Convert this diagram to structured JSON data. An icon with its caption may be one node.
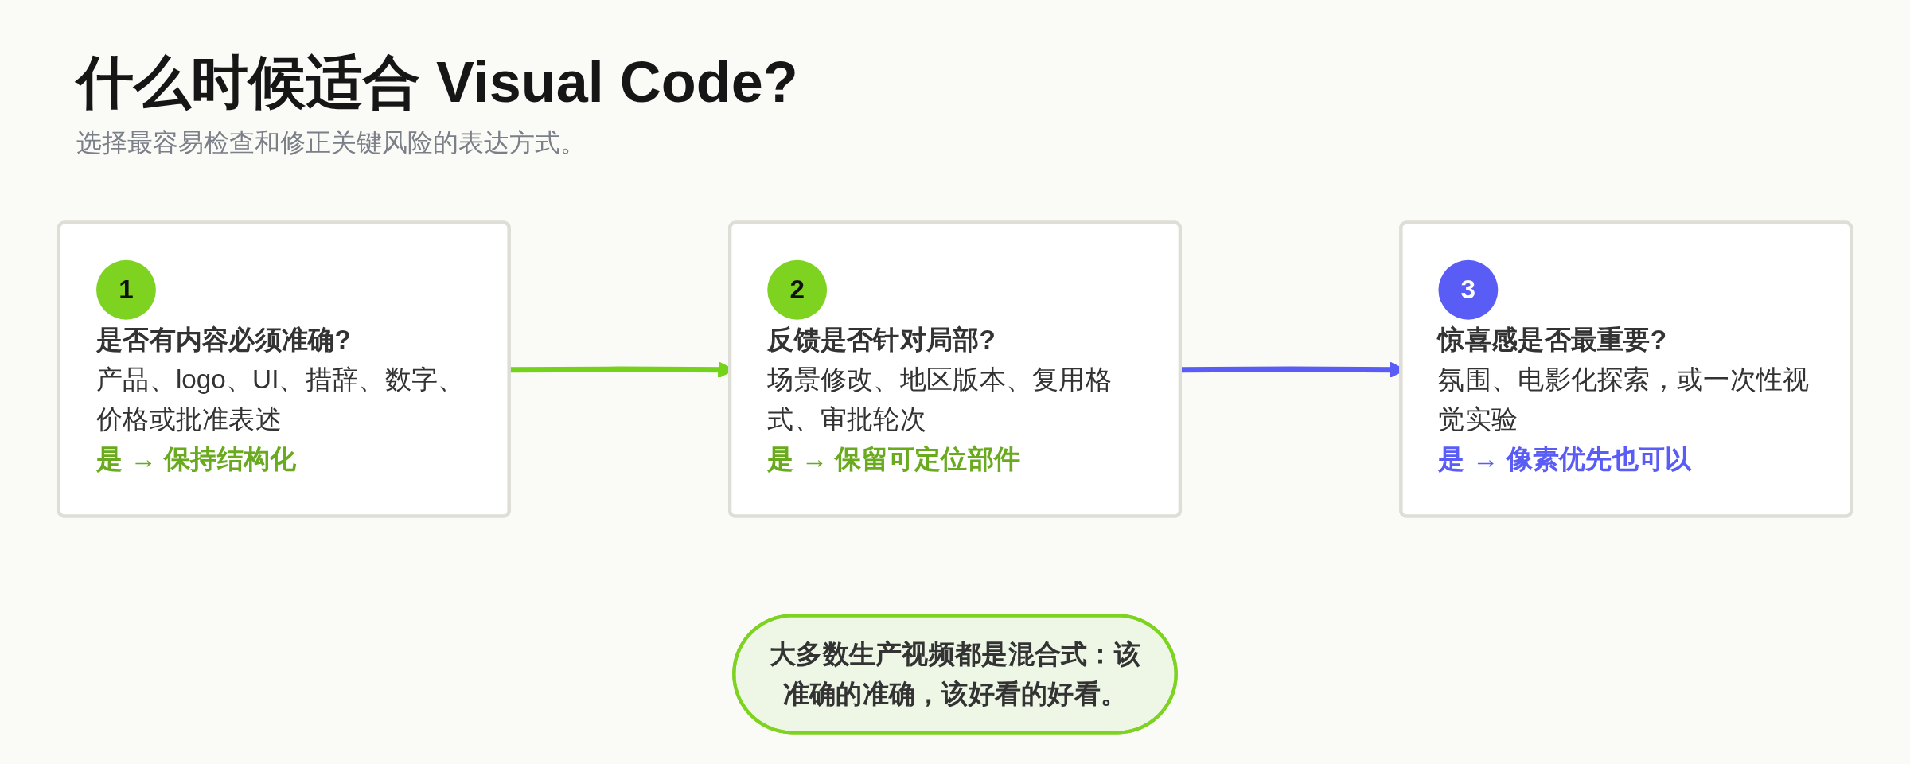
{
  "diagram": {
    "title": "什么时候适合 Visual Code?",
    "nodes": [
      {
        "text": [
          "1",
          "是否有内容必须准确?",
          "产品、logo、UI、措辞、数字、价格或批准表述",
          "是 → 保持结构化"
        ]
      },
      {
        "text": [
          "2",
          "反馈是否针对局部?",
          "场景修改、地区版本、复用格式、审批轮次",
          "是 → 保留可定位部件"
        ]
      },
      {
        "text": [
          "3",
          "惊喜感是否最重要?",
          "氛围、电影化探索，或一次性视觉实验",
          "是 → 像素优先也可以"
        ]
      },
      {
        "text": [
          "大多数生产视频都是混合式：该准确的准确，该好看的好看。"
        ]
      }
    ],
    "edges": [
      {
        "from": 0,
        "to": 1,
        "arrow": "to",
        "color": "#74d21b"
      },
      {
        "from": 1,
        "to": 2,
        "arrow": "to",
        "color": "#5a5cf6"
      }
    ],
    "labels": [
      "选择最容易检查和修正关键风险的表达方式。"
    ]
  }
}
